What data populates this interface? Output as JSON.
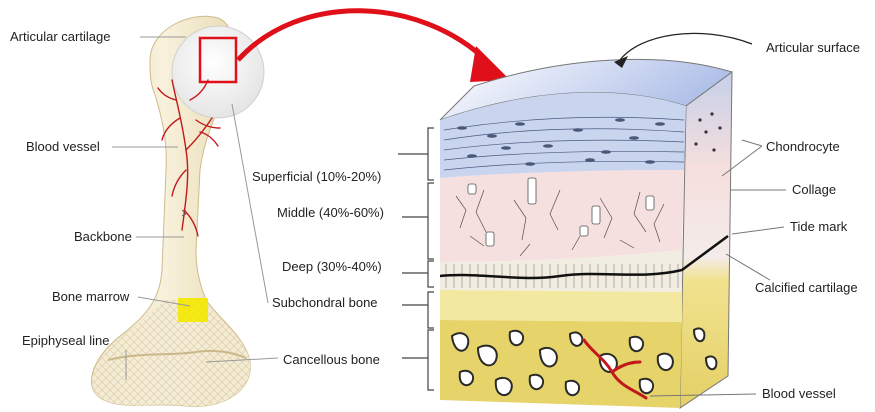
{
  "labels": {
    "articular_cartilage": "Articular cartilage",
    "blood_vessel_left": "Blood vessel",
    "backbone": "Backbone",
    "bone_marrow": "Bone marrow",
    "epiphyseal_line": "Epiphyseal line",
    "superficial": "Superficial (10%-20%)",
    "middle": "Middle (40%-60%)",
    "deep": "Deep (30%-40%)",
    "subchondral_bone": "Subchondral bone",
    "cancellous_bone": "Cancellous bone",
    "articular_surface": "Articular surface",
    "chondrocyte": "Chondrocyte",
    "collage": "Collage",
    "tide_mark": "Tide mark",
    "calcified_cartilage": "Calcified cartilage",
    "blood_vessel_right": "Blood vessel"
  },
  "colors": {
    "zoom_arrow": "#e0101a",
    "zoom_box": "#e0101a",
    "superficial_layer": "#c9d4ee",
    "middle_layer": "#f6e0df",
    "deep_layer": "#f2ede2",
    "calcified_layer": "#f0e69a",
    "subchondral_bone": "#f3e8a0",
    "cancellous_bone": "#e6d36a",
    "bone": "#f4ecd3",
    "vessel": "#c21a1a",
    "marrow": "#f4e800"
  }
}
